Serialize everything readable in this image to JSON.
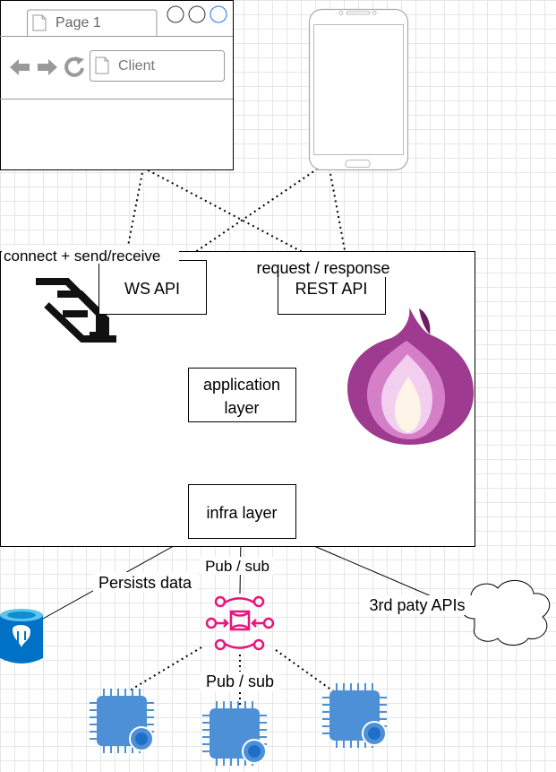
{
  "browser": {
    "tab_title": "Page 1",
    "url_text": "Client"
  },
  "nodes": {
    "ws_api": "WS API",
    "rest_api": "REST API",
    "application_layer": [
      "application",
      "layer"
    ],
    "infra_layer": "infra layer"
  },
  "edges": {
    "connect_send_receive": "connect + send/receive",
    "request_response": "request / response",
    "persists_data": "Persists data",
    "pub_sub_top": "Pub / sub",
    "third_party": "3rd paty APIs",
    "pub_sub_bottom": "Pub / sub"
  },
  "colors": {
    "line": "#000000",
    "browser_gray": "#999999",
    "hub_pink": "#e7157b",
    "chip_blue": "#4d90d6",
    "db_blue": "#0072c6",
    "onion_purple": "#8c2b7a"
  },
  "icons": [
    "browser-window",
    "smartphone-icon",
    "websocket-logo-icon",
    "tor-onion-icon",
    "postgres-database-icon",
    "pubsub-hub-icon",
    "iot-chip-icon",
    "cloud-icon"
  ]
}
